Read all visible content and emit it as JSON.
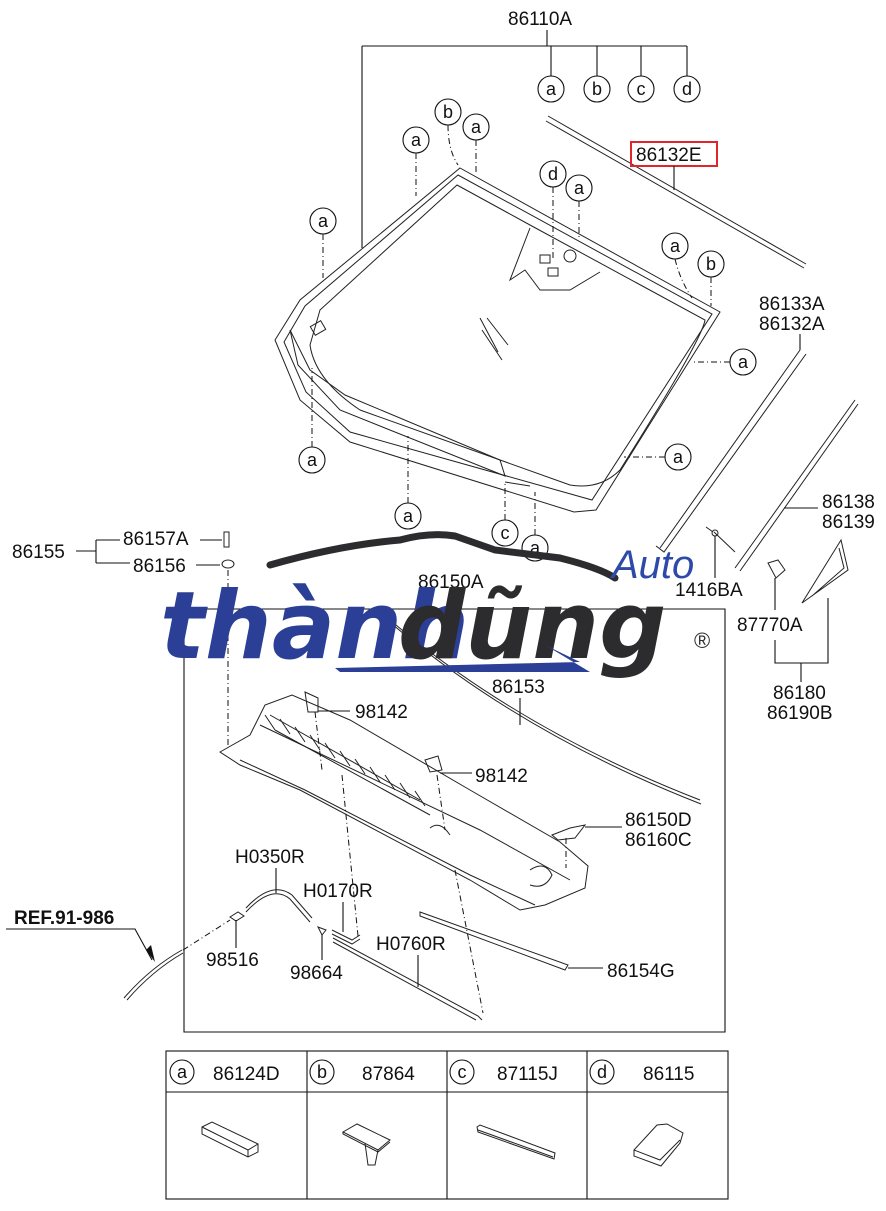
{
  "diagram": {
    "title_part": "86110A",
    "top_callouts": [
      "a",
      "b",
      "c",
      "d"
    ],
    "highlighted_part": {
      "label": "86132E",
      "highlight_color": "#e0252b"
    },
    "labels": {
      "p86133A": "86133A",
      "p86132A": "86132A",
      "p86138": "86138",
      "p86139": "86139",
      "p1416BA": "1416BA",
      "p87770A": "87770A",
      "p86180": "86180",
      "p86190B": "86190B",
      "p86155": "86155",
      "p86157A": "86157A",
      "p86156": "86156",
      "p86150A": "86150A",
      "p86153": "86153",
      "p98142_1": "98142",
      "p98142_2": "98142",
      "p86150D": "86150D",
      "p86160C": "86160C",
      "pH0350R": "H0350R",
      "pH0170R": "H0170R",
      "pH0760R": "H0760R",
      "p98516": "98516",
      "p98664": "98664",
      "p86154G": "86154G",
      "ref": "REF.91-986"
    },
    "windshield_callouts": {
      "c1": "a",
      "c2": "b",
      "c3": "a",
      "c4": "a",
      "c5": "d",
      "c6": "a",
      "c7": "a",
      "c8": "b",
      "c9": "a",
      "c10": "a",
      "c11": "a",
      "c12": "a",
      "c13": "c",
      "c14": "a"
    }
  },
  "legend_table": {
    "columns": [
      {
        "key": "a",
        "part": "86124D"
      },
      {
        "key": "b",
        "part": "87864"
      },
      {
        "key": "c",
        "part": "87115J"
      },
      {
        "key": "d",
        "part": "86115"
      }
    ]
  },
  "watermark": {
    "word1": "thành",
    "word2": "dũng",
    "suffix": "Auto",
    "registered": "®",
    "colors": {
      "blue": "#2a3f95",
      "dark": "#2c2c2e",
      "auto": "#2e4aa8"
    }
  }
}
